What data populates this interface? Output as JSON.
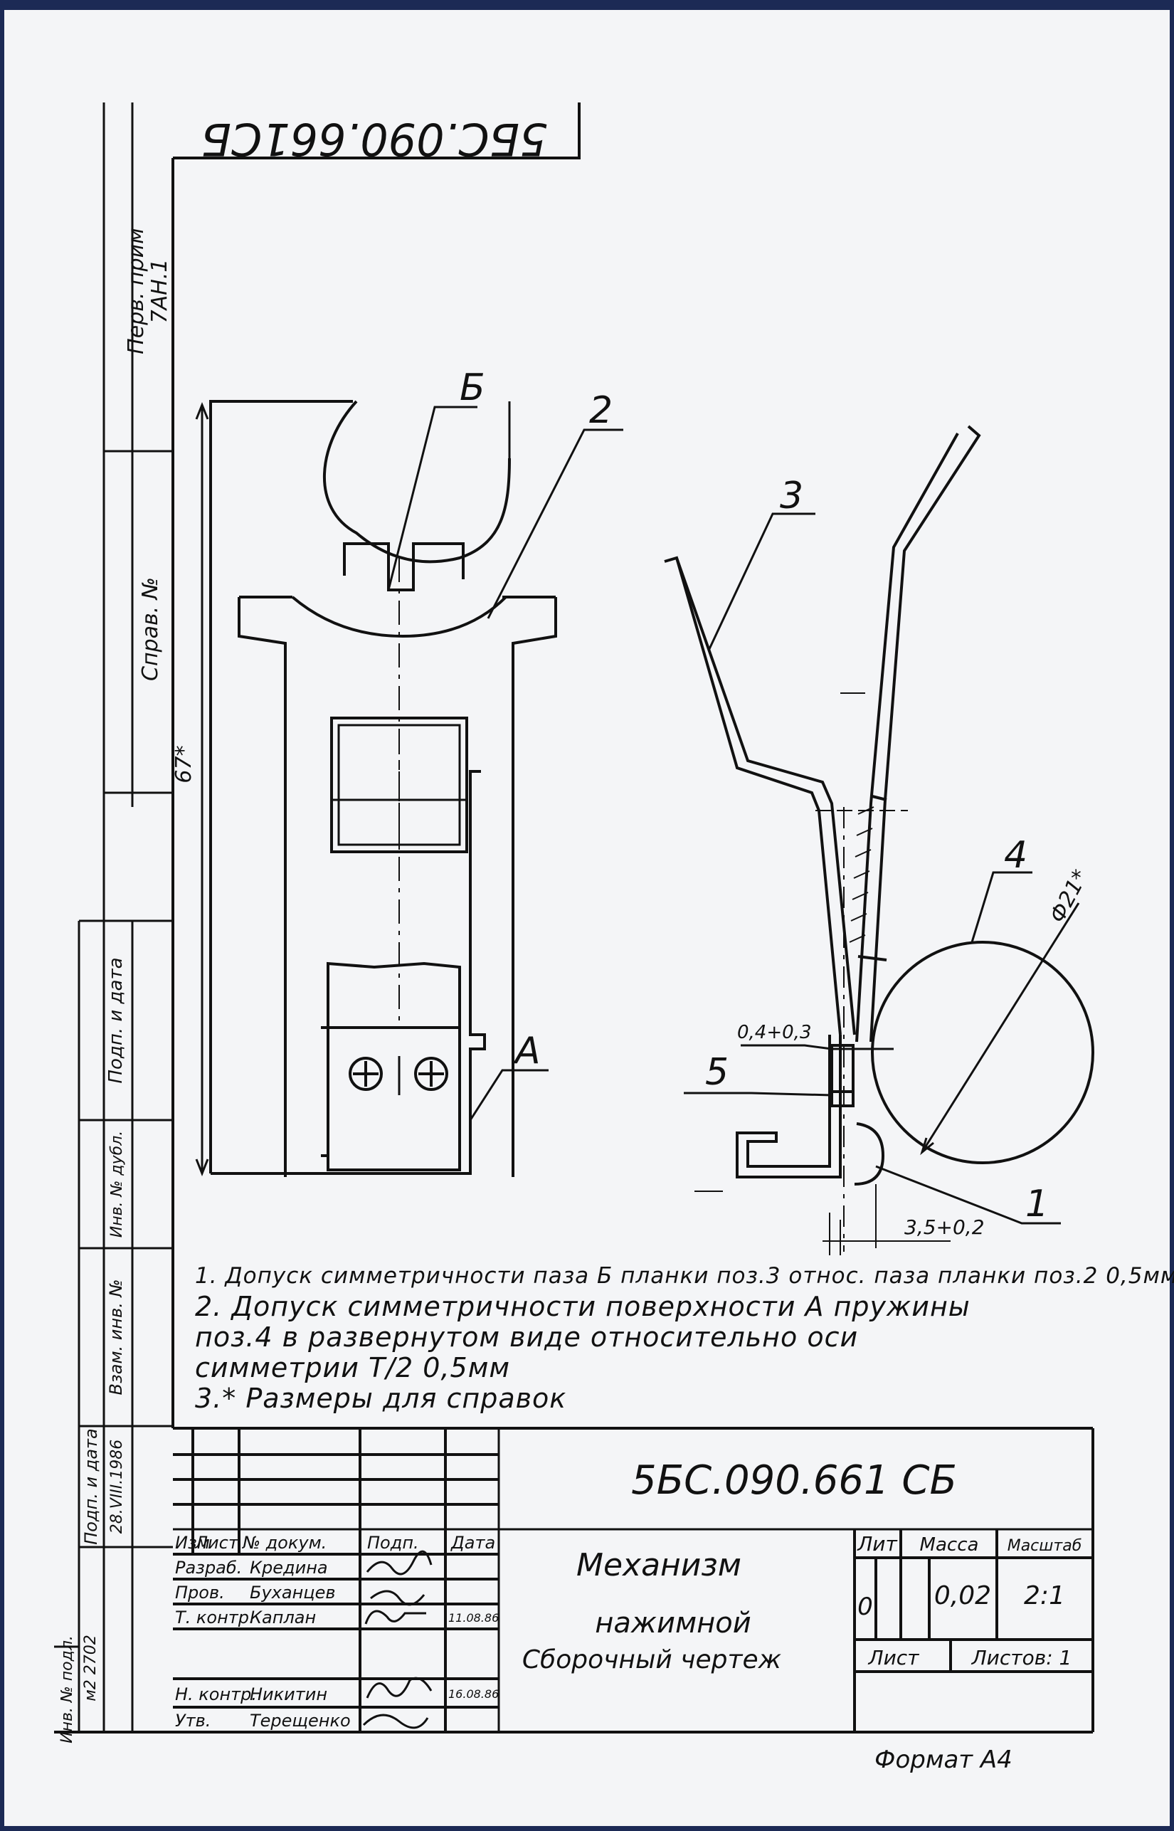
{
  "sheet": {
    "code_main": "5БС.090.661 СБ",
    "code_rotated": "5БС.090.661СБ",
    "name_line1": "Механизм",
    "name_line2": "нажимной",
    "doc_type": "Сборочный чертеж",
    "mass_header": "Масса",
    "scale_header": "Масштаб",
    "lit_header": "Лит",
    "lit_value": "0",
    "mass_value": "0,02",
    "scale_value": "2:1",
    "sheet_label": "Лист",
    "sheets_label": "Листов: 1",
    "format_label": "Формат А4"
  },
  "left_margin": {
    "perv_prim": "Перв. прим",
    "perv_prim_value": "7АН.1",
    "sprav": "Справ. №",
    "podp_data": "Подп. и дата",
    "inv_dubl": "Инв. № дубл.",
    "vzam_inv": "Взам. инв. №",
    "podp_data2": "Подп. и дата",
    "podp_data2_value": "28.VIII.1986",
    "inv_podl": "Инв. № подл.",
    "inv_podl_value": "м2 2702"
  },
  "title_block": {
    "header": [
      "Изм",
      "Лист",
      "№ докум.",
      "Подп.",
      "Дата"
    ],
    "roles": [
      "Разраб.",
      "Пров.",
      "Т. контр.",
      "Н. контр.",
      "Утв."
    ],
    "names": [
      "Кредина",
      "Буханцев",
      "Каплан",
      "Никитин",
      "Терещенко"
    ],
    "dates": [
      "",
      "",
      "11.08.86",
      "16.08.86",
      ""
    ]
  },
  "drawing": {
    "labels": [
      "Б",
      "2",
      "3",
      "4",
      "5",
      "1",
      "А"
    ],
    "dims": {
      "height": "67*",
      "diameter": "Ф21*",
      "gap": "0,4+0,3",
      "offset": "3,5+0,2"
    }
  },
  "notes": [
    "1. Допуск симметричности паза Б планки поз.3 относ. паза планки поз.2 0,5мм",
    "2. Допуск симметричности поверхности А пружины",
    "поз.4 в развернутом виде относительно оси",
    "симметрии Т/2 0,5мм",
    "3.* Размеры для справок"
  ]
}
